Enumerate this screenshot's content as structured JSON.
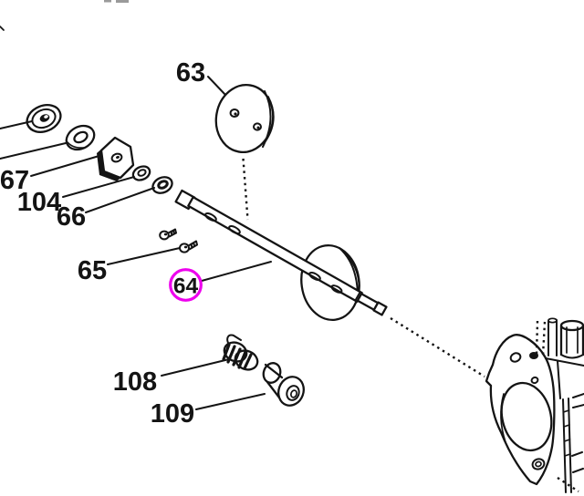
{
  "callouts": {
    "c63": "63",
    "c64": "64",
    "c65": "65",
    "c66": "66",
    "c67": "67",
    "c104": "104",
    "c108": "108",
    "c109": "109"
  },
  "highlight": {
    "highlighted_callout": "64",
    "color": "#ee00ee"
  },
  "colors": {
    "background": "#ffffff",
    "line": "#141414"
  }
}
